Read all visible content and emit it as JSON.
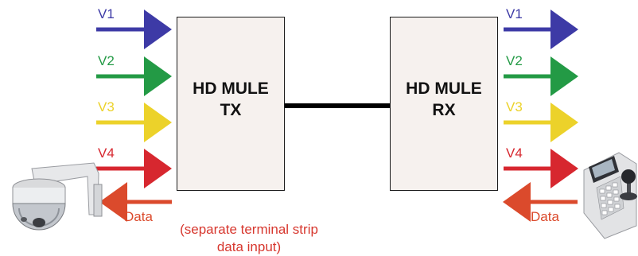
{
  "tx_box": {
    "line1": "HD MULE",
    "line2": "TX"
  },
  "rx_box": {
    "line1": "HD MULE",
    "line2": "RX"
  },
  "channels": [
    {
      "label": "V1",
      "color": "#3d3aa6"
    },
    {
      "label": "V2",
      "color": "#239a45"
    },
    {
      "label": "V3",
      "color": "#ecd22a"
    },
    {
      "label": "V4",
      "color": "#d7272f"
    }
  ],
  "data_arrow": {
    "label": "Data",
    "color": "#db4a2c"
  },
  "note": {
    "line1": "(separate terminal strip",
    "line2": "data input)"
  },
  "devices": {
    "camera": "ptz-camera-icon",
    "controller": "joystick-controller-icon"
  }
}
